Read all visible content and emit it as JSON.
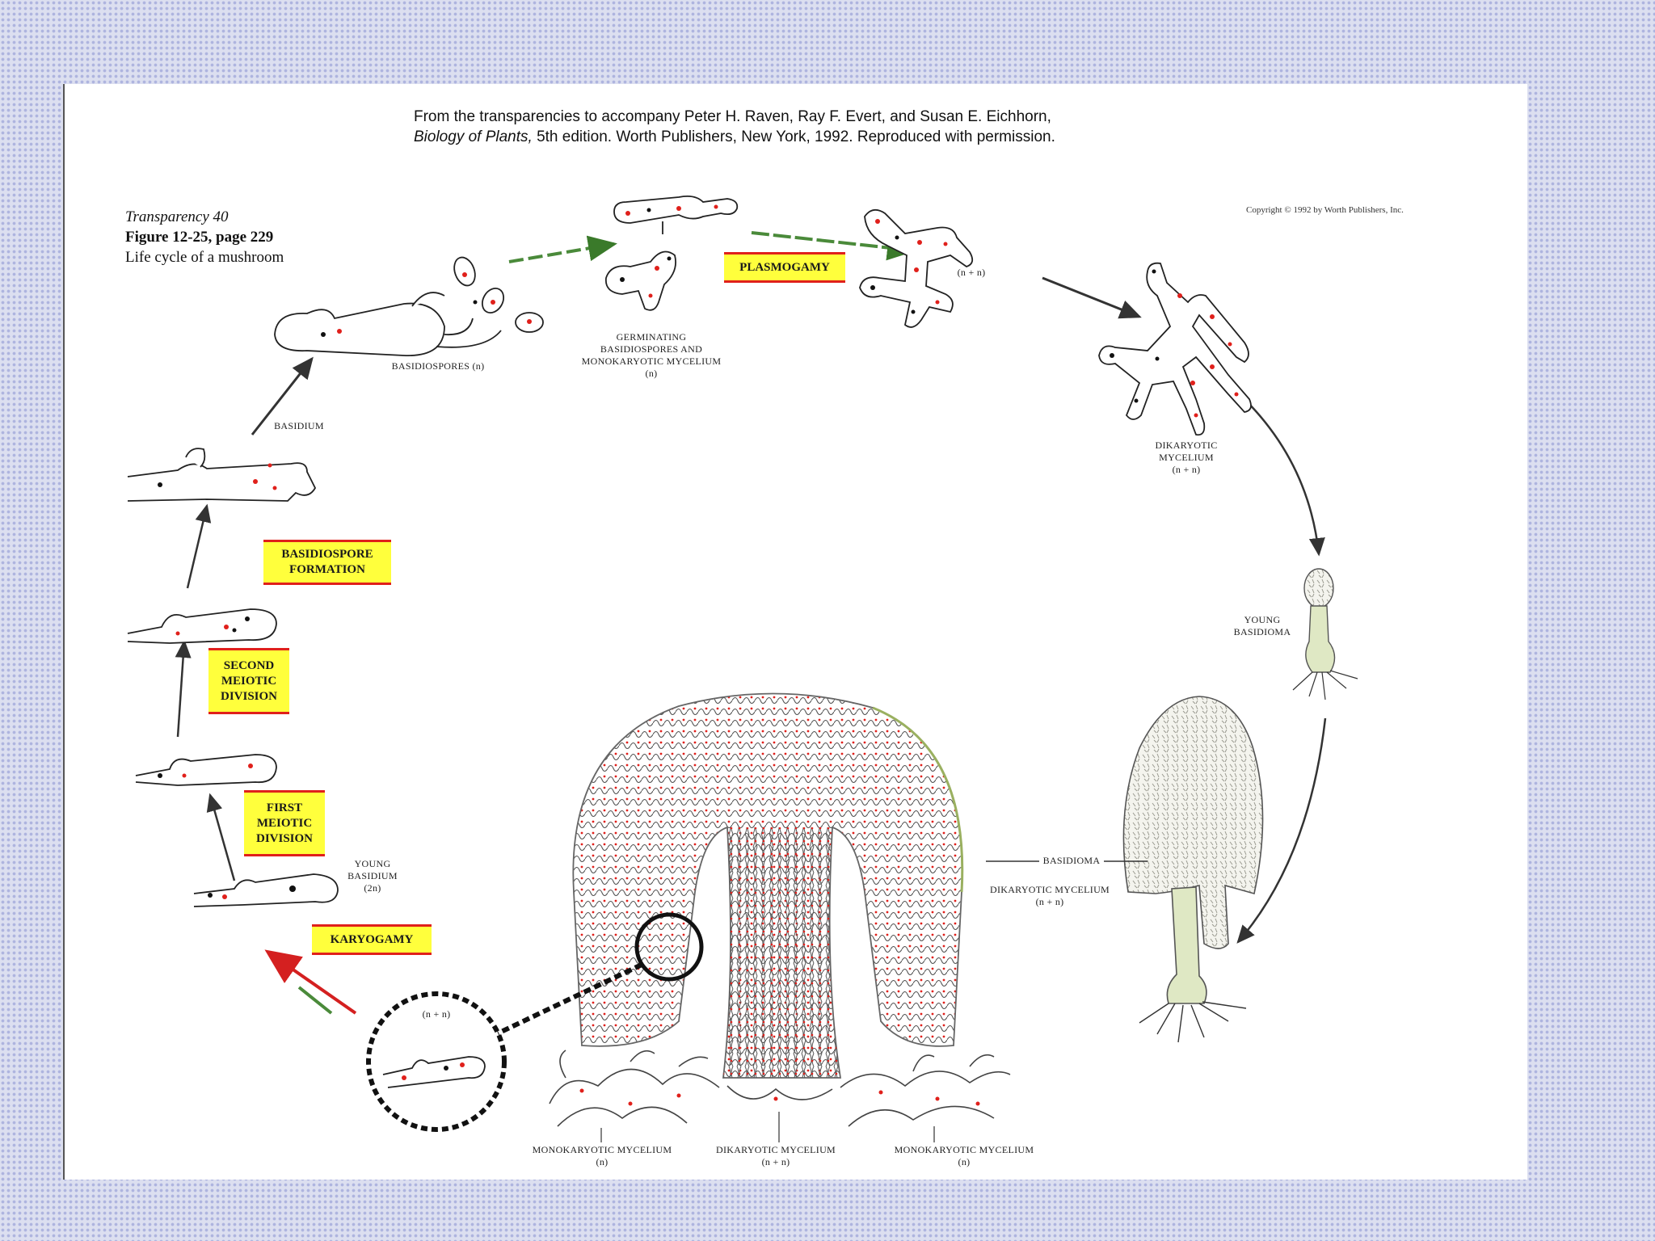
{
  "credit": {
    "line1": "From the transparencies to accompany Peter H. Raven, Ray F. Evert, and Susan E. Eichhorn,",
    "book": "Biology of Plants,",
    "line2_rest": " 5th edition.  Worth Publishers, New York, 1992.  Reproduced with permission."
  },
  "figure": {
    "transparency": "Transparency 40",
    "figure_ref": "Figure 12-25, page 229",
    "caption": "Life cycle of a mushroom"
  },
  "copyright": "Copyright © 1992 by Worth Publishers, Inc.",
  "stages": {
    "plasmogamy": "PLASMOGAMY",
    "basidiospore_formation": "BASIDIOSPORE\nFORMATION",
    "second_meiotic": "SECOND\nMEIOTIC\nDIVISION",
    "first_meiotic": "FIRST\nMEIOTIC\nDIVISION",
    "karyogamy": "KARYOGAMY"
  },
  "labels": {
    "basidiospores": "BASIDIOSPORES (n)",
    "germinating": "GERMINATING\nBASIDIOSPORES AND\nMONOKARYOTIC MYCELIUM\n(n)",
    "n_plus_n_top": "(n + n)",
    "dikaryotic_right": "DIKARYOTIC\nMYCELIUM\n(n + n)",
    "young_basidioma": "YOUNG\nBASIDIOMA",
    "basidium": "BASIDIUM",
    "young_basidium": "YOUNG\nBASIDIUM\n(2n)",
    "n_plus_n_circle": "(n + n)",
    "basidioma": "BASIDIOMA",
    "dikaryotic_mid": "DIKARYOTIC MYCELIUM\n(n + n)",
    "mono_left": "MONOKARYOTIC MYCELIUM\n(n)",
    "dikaryotic_bottom": "DIKARYOTIC MYCELIUM\n(n + n)",
    "mono_right": "MONOKARYOTIC MYCELIUM\n(n)"
  },
  "colors": {
    "box_fill": "#ffff3c",
    "box_border": "#e0201b",
    "red_nucleus": "#e0201b",
    "arrow_green": "#5a9a2a",
    "mushroom_stalk": "#dfe8c4"
  }
}
